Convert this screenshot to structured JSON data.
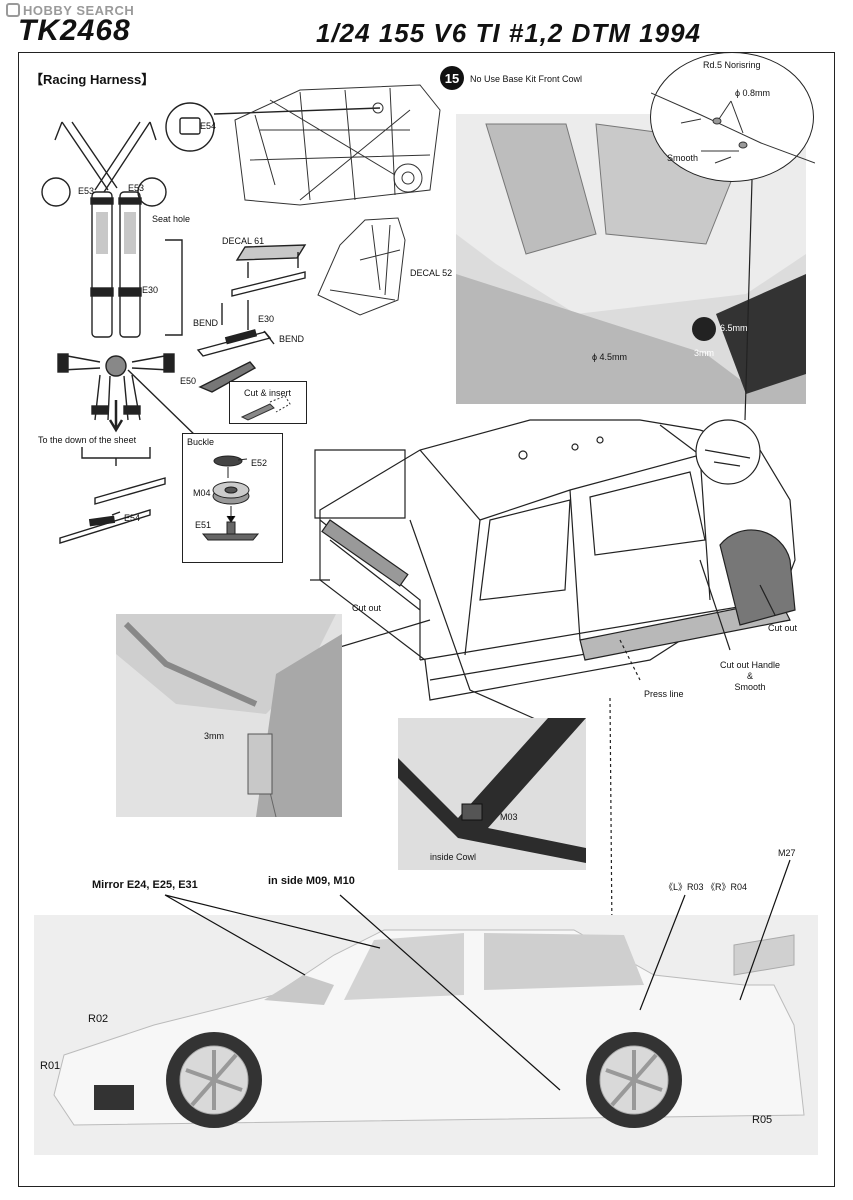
{
  "watermark": "HOBBY SEARCH",
  "header": {
    "code": "TK2468",
    "title": "1/24 155 V6 TI #1,2 DTM 1994"
  },
  "harness": {
    "title": "【Racing Harness】",
    "labels": {
      "e54_top": "E54",
      "e53_left": "E53",
      "e53_right": "E53",
      "seat_hole": "Seat hole",
      "e30": "E30",
      "decal61": "DECAL 61",
      "decal52": "DECAL 52",
      "bend1": "BEND",
      "e30b": "E30",
      "bend2": "BEND",
      "e50": "E50",
      "cut_insert": "Cut & insert",
      "down_sheet": "To the down of the sheet",
      "e54_bottom": "E54"
    },
    "buckle": {
      "title": "Buckle",
      "e52": "E52",
      "m04": "M04",
      "e51": "E51"
    }
  },
  "step15": {
    "number": "15",
    "note": "No Use Base Kit Front Cowl",
    "detail": {
      "title": "Rd.5 Norisring",
      "diameter": "ϕ 0.8mm",
      "smooth": "Smooth"
    },
    "hole_diameter": "ϕ 4.5mm",
    "offset1": "6.5mm",
    "offset2": "3mm"
  },
  "car_labels": {
    "cut_out_left": "Cut out",
    "cut_out_right": "Cut out",
    "cut_out_handle": "Cut out Handle\n&\nSmooth",
    "press_line": "Press line"
  },
  "photo_labels": {
    "three_mm": "3mm",
    "m03": "M03",
    "inside_cowl": "inside Cowl"
  },
  "bottom_labels": {
    "mirror": "Mirror E24, E25, E31",
    "inside": "in side M09, M10",
    "l_r": "《L》R03 《R》R04",
    "m27": "M27",
    "r02": "R02",
    "r01": "R01",
    "r05": "R05"
  }
}
